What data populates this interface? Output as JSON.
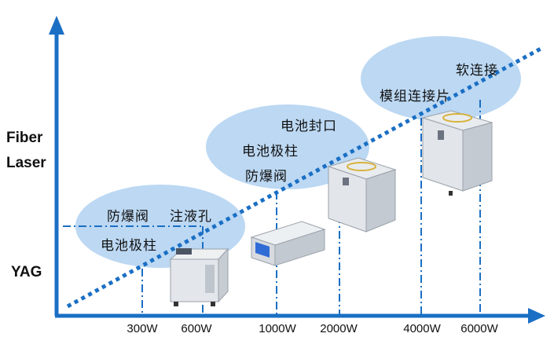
{
  "y_labels": {
    "top": "Fiber\nLaser",
    "fiber_line1": "Fiber",
    "fiber_line2": "Laser",
    "bottom": "YAG"
  },
  "x_ticks": [
    "300W",
    "600W",
    "1000W",
    "2000W",
    "4000W",
    "6000W"
  ],
  "bubbles": [
    {
      "labels": [
        "防爆阀",
        "注液孔",
        "电池极柱"
      ]
    },
    {
      "labels": [
        "电池封口",
        "电池极柱",
        "防爆阀"
      ]
    },
    {
      "labels": [
        "软连接",
        "模组连接片"
      ]
    }
  ],
  "colors": {
    "axis": "#1a6fc4",
    "trend": "#1a6fc4",
    "bubble": "#bcd8f3",
    "machine": "#dfe3e8",
    "panel": "#2f6cd6"
  }
}
